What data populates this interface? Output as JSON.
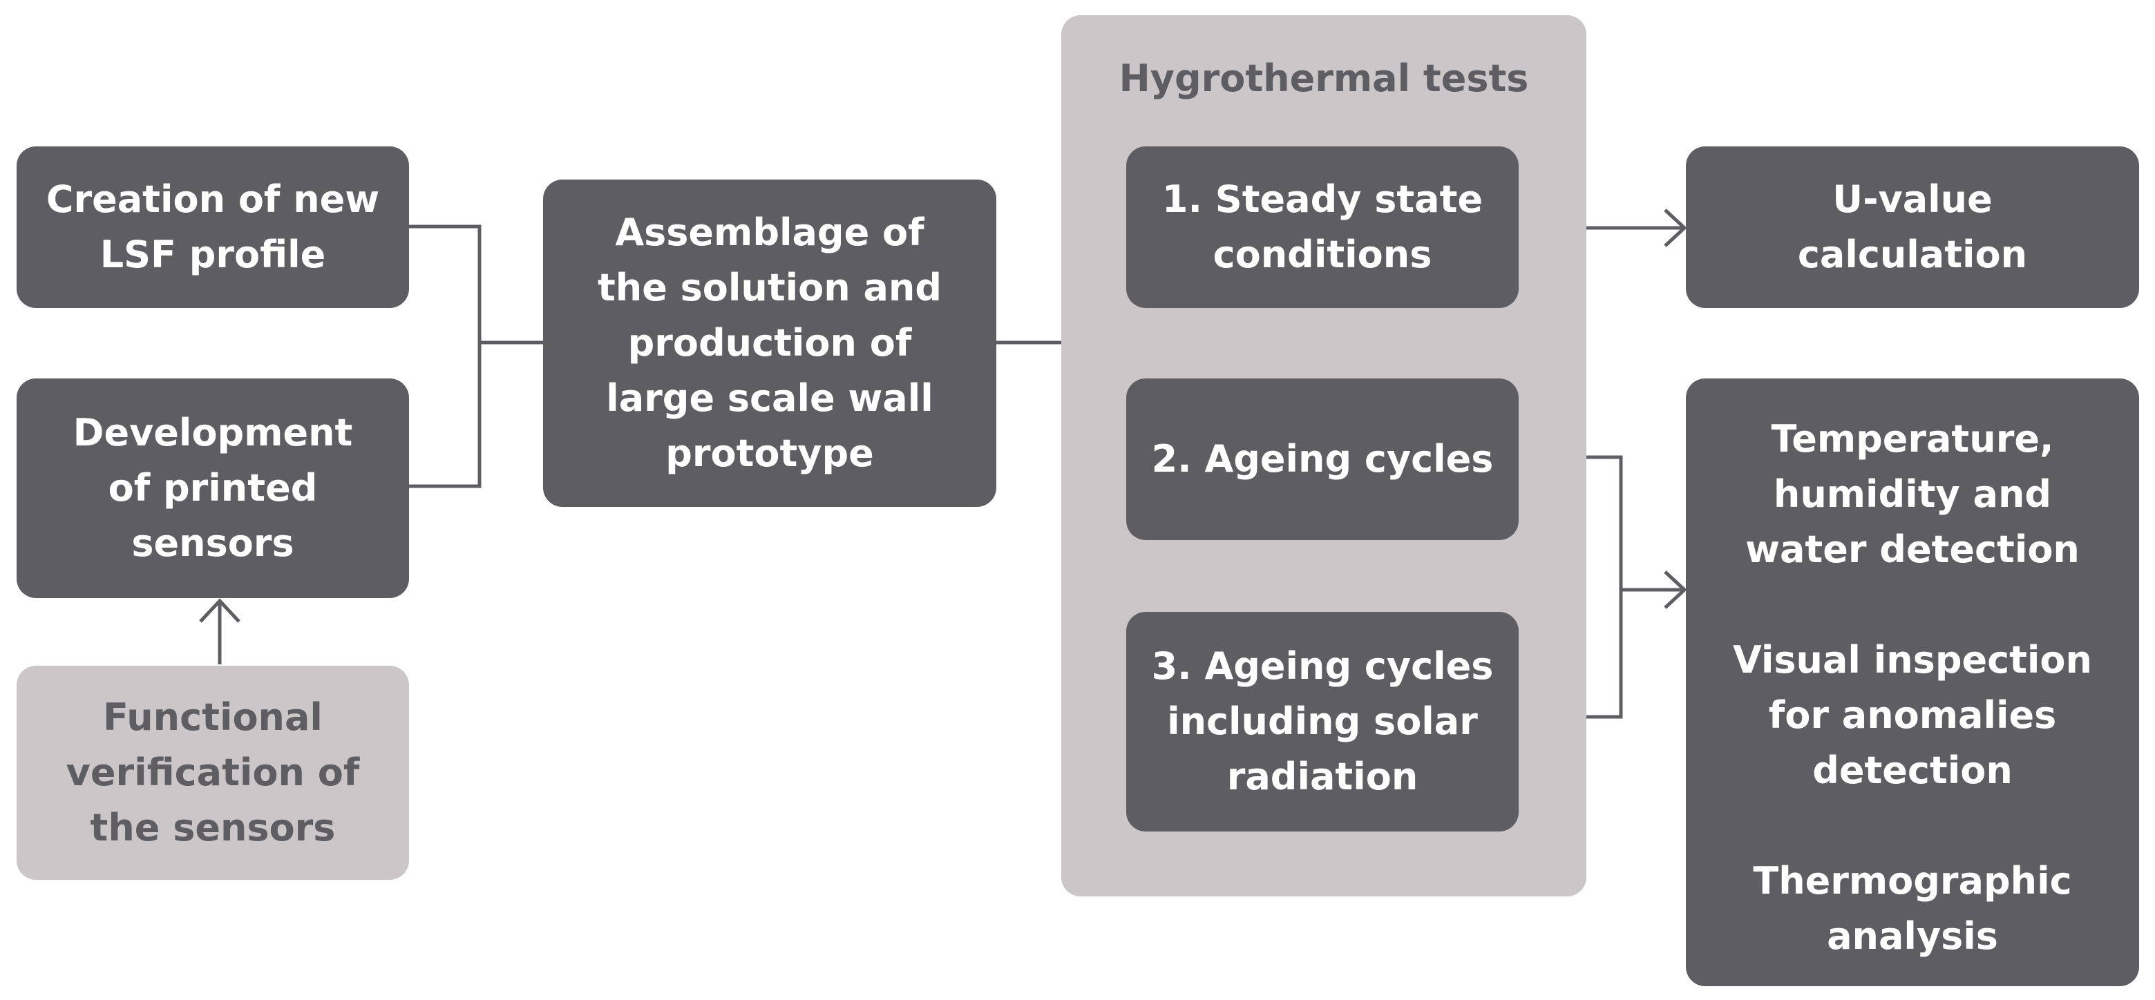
{
  "boxes": {
    "creation": "Creation of new\nLSF profile",
    "development": "Development\nof printed\nsensors",
    "verification": "Functional\nverification of\nthe sensors",
    "assemblage": "Assemblage of\nthe solution and\nproduction of\nlarge scale wall\nprototype",
    "uvalue": "U-value\ncalculation"
  },
  "hygrothermal": {
    "title": "Hygrothermal tests",
    "tests": [
      "1. Steady state\nconditions",
      "2. Ageing cycles",
      "3. Ageing cycles\nincluding solar\nradiation"
    ]
  },
  "results": [
    "Temperature,\nhumidity and\nwater detection",
    "Visual inspection\nfor anomalies\ndetection",
    "Thermographic\nanalysis"
  ],
  "colors": {
    "dark_box": "#5d5d62",
    "light_box": "#cbc7c8",
    "connector": "#5d5d62",
    "dark_text": "#ffffff",
    "light_text": "#5d5d62"
  }
}
